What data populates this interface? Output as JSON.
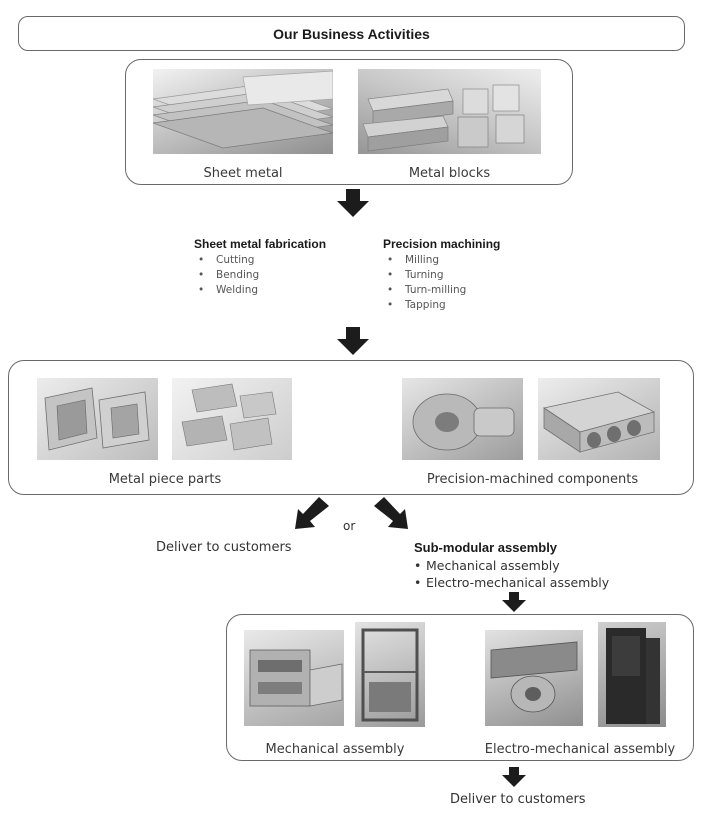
{
  "title": "Our Business Activities",
  "materials": {
    "sheet_metal": "Sheet metal",
    "metal_blocks": "Metal blocks"
  },
  "processes": {
    "fabrication": {
      "heading": "Sheet metal fabrication",
      "items": [
        "Cutting",
        "Bending",
        "Welding"
      ]
    },
    "machining": {
      "heading": "Precision machining",
      "items": [
        "Milling",
        "Turning",
        "Turn-milling",
        "Tapping"
      ]
    }
  },
  "parts": {
    "metal_piece_parts": "Metal piece parts",
    "precision_components": "Precision-machined components"
  },
  "branch": {
    "or": "or",
    "deliver_left": "Deliver to customers",
    "submodular_heading": "Sub-modular assembly",
    "submodular_items": [
      "Mechanical assembly",
      "Electro-mechanical assembly"
    ]
  },
  "assemblies": {
    "mechanical": "Mechanical assembly",
    "electro_mechanical": "Electro-mechanical assembly"
  },
  "deliver_bottom": "Deliver to customers",
  "bullet": "•",
  "colors": {
    "arrow": "#1c1c1c",
    "border": "#6a6a6a",
    "photo_light": "#e4e4e4",
    "photo_dark": "#8e8e8e"
  }
}
